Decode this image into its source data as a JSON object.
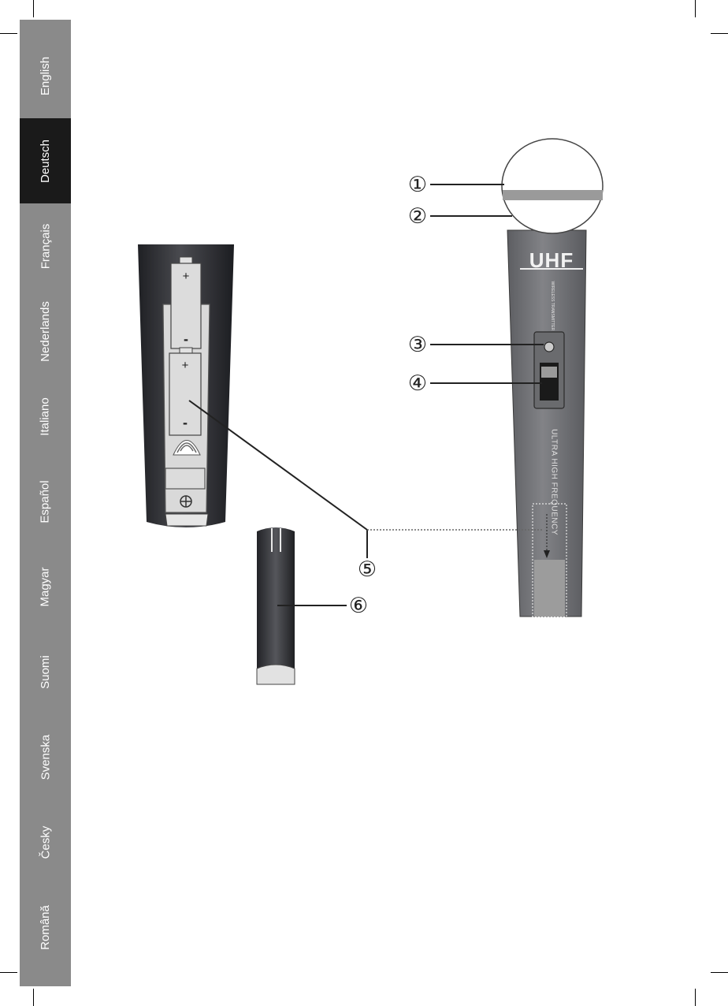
{
  "languages": [
    {
      "label": "English",
      "active": false
    },
    {
      "label": "Deutsch",
      "active": true
    },
    {
      "label": "Français",
      "active": false
    },
    {
      "label": "Nederlands",
      "active": false
    },
    {
      "label": "Italiano",
      "active": false
    },
    {
      "label": "Español",
      "active": false
    },
    {
      "label": "Magyar",
      "active": false
    },
    {
      "label": "Suomi",
      "active": false
    },
    {
      "label": "Svenska",
      "active": false
    },
    {
      "label": "Česky",
      "active": false
    },
    {
      "label": "Română",
      "active": false
    }
  ],
  "microphone": {
    "brand_label": "UHF",
    "side_text": "ULTRA HIGH FREQUENCY",
    "small_text": "WIRELESS TRANSMITTER"
  },
  "battery": {
    "plus": "+",
    "minus": "-"
  },
  "callouts": [
    "①",
    "②",
    "③",
    "④",
    "⑤",
    "⑥"
  ],
  "colors": {
    "sidebar": "#8a8a8a",
    "active_tab": "#1a1a1a",
    "body_dark": "#3e3f43",
    "handle": "#717275"
  }
}
